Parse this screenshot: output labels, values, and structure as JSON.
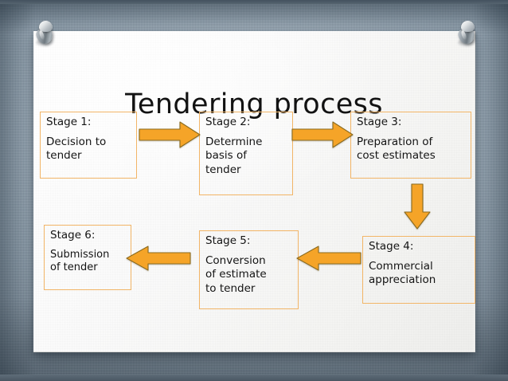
{
  "slide": {
    "title": "Tendering process",
    "background_color": "#9fb0be",
    "paper_color": "#fafafa",
    "accent_color": "#f5a428",
    "box_border_color": "#f2b567",
    "text_color": "#141414"
  },
  "pins": [
    {
      "name": "push-pin-left"
    },
    {
      "name": "push-pin-right"
    }
  ],
  "stages": [
    {
      "id": "stage-1",
      "header": "Stage 1:",
      "body": "Decision to\ntender"
    },
    {
      "id": "stage-2",
      "header": "Stage 2:",
      "body": "Determine\nbasis of\ntender"
    },
    {
      "id": "stage-3",
      "header": "Stage 3:",
      "body": "Preparation of\ncost estimates"
    },
    {
      "id": "stage-4",
      "header": "Stage 4:",
      "body": "Commercial\nappreciation"
    },
    {
      "id": "stage-5",
      "header": "Stage 5:",
      "body": "Conversion\nof estimate\nto tender"
    },
    {
      "id": "stage-6",
      "header": "Stage 6:",
      "body": "Submission\nof tender"
    }
  ],
  "arrows": [
    {
      "id": "arrow-1-2",
      "from": "Stage 1",
      "to": "Stage 2",
      "direction": "right",
      "color": "#f5a428"
    },
    {
      "id": "arrow-2-3",
      "from": "Stage 2",
      "to": "Stage 3",
      "direction": "right",
      "color": "#f5a428"
    },
    {
      "id": "arrow-3-4",
      "from": "Stage 3",
      "to": "Stage 4",
      "direction": "down",
      "color": "#f5a428"
    },
    {
      "id": "arrow-4-5",
      "from": "Stage 4",
      "to": "Stage 5",
      "direction": "left",
      "color": "#f5a428"
    },
    {
      "id": "arrow-5-6",
      "from": "Stage 5",
      "to": "Stage 6",
      "direction": "left",
      "color": "#f5a428"
    }
  ]
}
